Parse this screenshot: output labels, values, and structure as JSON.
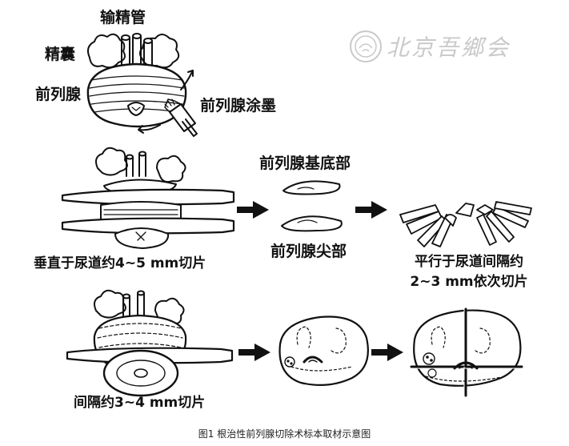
{
  "labels": {
    "vas_deferens": "输精管",
    "seminal_vesicle": "精囊",
    "prostate": "前列腺",
    "ink": "前列腺涂墨",
    "base": "前列腺基底部",
    "apex": "前列腺尖部",
    "perp_cut": "垂直于尿道约4~5 mm切片",
    "parallel_line1": "平行于尿道间隔约",
    "parallel_line2": "2~3 mm依次切片",
    "interval_cut": "间隔约3~4 mm切片"
  },
  "watermark": {
    "text": "北京吾鄉会",
    "icon": "seal-logo"
  },
  "caption": "图1 根治性前列腺切除术标本取材示意图",
  "colors": {
    "ink": "#111111",
    "watermark": "#c9c9c9",
    "caption": "#222222"
  }
}
